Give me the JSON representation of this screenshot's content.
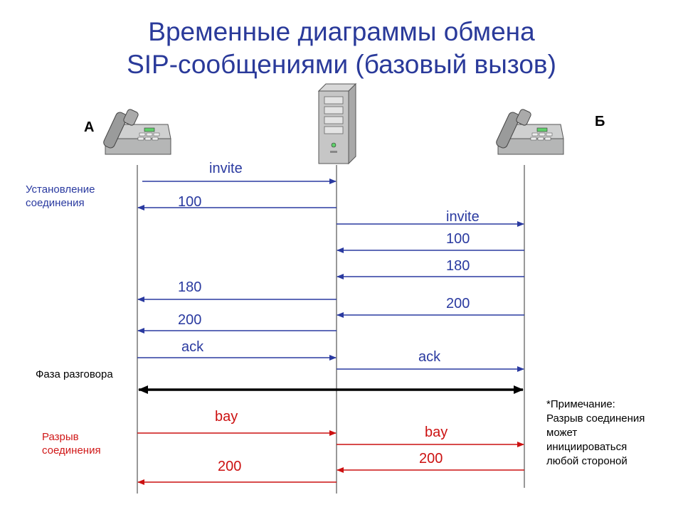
{
  "title_line1": "Временные диаграммы обмена",
  "title_line2": "SIP-сообщениями (базовый вызов)",
  "party_a": "А",
  "party_b": "Б",
  "phase_setup": "Установление соединения",
  "phase_talk": "Фаза разговора",
  "phase_release": "Разрыв соединения",
  "note": "*Примечание: Разрыв соединения может инициироваться любой стороной",
  "messages": {
    "m1": "invite",
    "m2": "100",
    "m3": "invite",
    "m4": "100",
    "m5": "180",
    "m6": "180",
    "m7": "200",
    "m8": "200",
    "m9": "ack",
    "m10": "ack",
    "m11": "bay",
    "m12": "bay",
    "m13": "200",
    "m14": "200"
  },
  "colors": {
    "title": "#2a3a9a",
    "signal_blue": "#2a3aa0",
    "release_red": "#d01818",
    "talk_line": "#000000"
  },
  "icons": {
    "phone_a": "telephone-icon",
    "server": "server-icon",
    "phone_b": "telephone-icon"
  }
}
